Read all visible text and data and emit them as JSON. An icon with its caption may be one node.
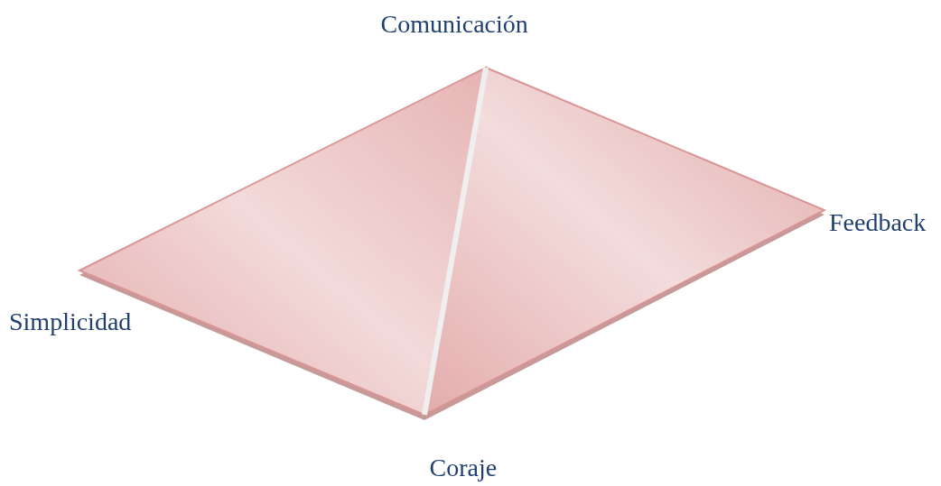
{
  "diagram": {
    "labels": [
      "Comunicación",
      "Feedback",
      "Simplicidad",
      "Coraje"
    ]
  }
}
